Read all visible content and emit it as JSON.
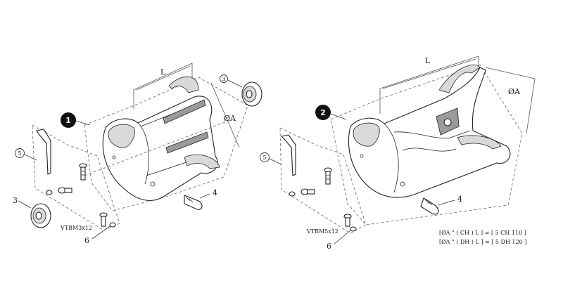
{
  "variant_1": {
    "badge": "1",
    "dimension_length": "L",
    "dimension_diameter": "ØA",
    "callouts": {
      "bearing_top": "3",
      "bearing_bottom": "3",
      "toolkit": "5",
      "valve": "4",
      "fastener": "6"
    },
    "screw_label": "VTBM3x12"
  },
  "variant_2": {
    "badge": "2",
    "dimension_length": "L",
    "dimension_diameter": "ØA",
    "callouts": {
      "toolkit": "5",
      "valve": "4",
      "fastener": "6"
    },
    "screw_label": "VTBM5x12",
    "spec_line_1": "[ØA \" ( CH ) L ] = [ 5 CH 110 ]",
    "spec_line_2": "[ØA \" ( DH ) L ] = [ 5 DH 120 ]"
  }
}
